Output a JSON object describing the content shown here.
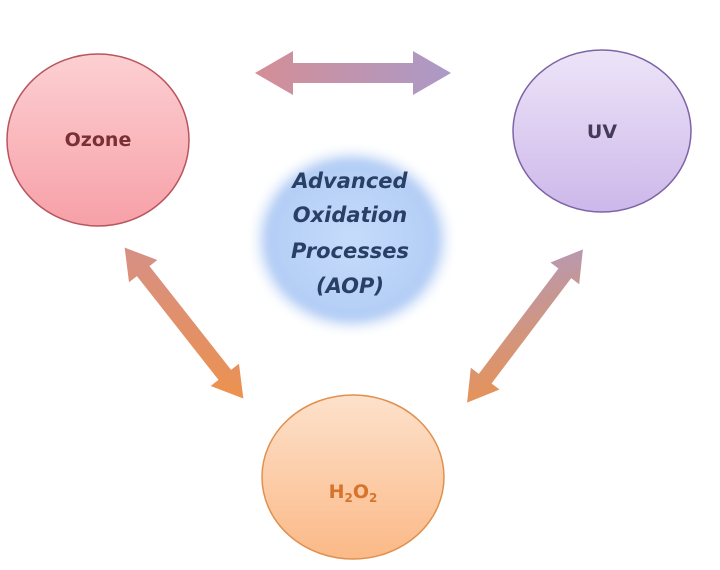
{
  "nodes": {
    "ozone": {
      "label": "Ozone",
      "fill": "#f7a6ad",
      "stroke": "#b8555f",
      "text_color": "#7a2e36"
    },
    "uv": {
      "label": "UV",
      "fill": "#d8c8ee",
      "stroke": "#7d64a6",
      "text_color": "#463a5a"
    },
    "h2o2": {
      "label_main": "H",
      "sub1": "2",
      "mid": "O",
      "sub2": "2",
      "fill": "#fcc79c",
      "stroke": "#e0914f",
      "text_color": "#d5742a"
    },
    "aop": {
      "lines": [
        "Advanced",
        "Oxidation",
        "Processes",
        "(AOP)"
      ],
      "fill": "#b9d3f7",
      "text_color": "#2a3f66"
    }
  },
  "arrows": {
    "ozone_uv": {
      "from": "Ozone",
      "to": "UV",
      "colors": [
        "#d48e96",
        "#ab9ac8"
      ]
    },
    "ozone_h2o2": {
      "from": "Ozone",
      "to": "H2O2",
      "colors": [
        "#cf9095",
        "#f3913f"
      ]
    },
    "uv_h2o2": {
      "from": "UV",
      "to": "H2O2",
      "colors": [
        "#ab9ac8",
        "#f3913f"
      ]
    }
  }
}
